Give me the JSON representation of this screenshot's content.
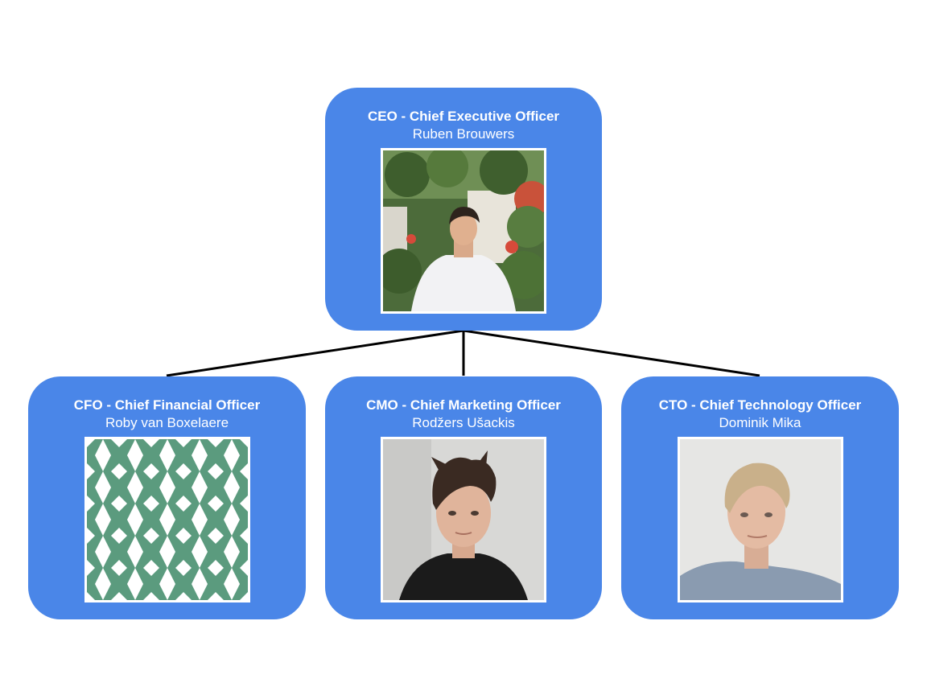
{
  "nodes": {
    "ceo": {
      "role": "CEO - Chief Executive Officer",
      "name": "Ruben Brouwers",
      "photo": "photo-garden-portrait"
    },
    "cfo": {
      "role": "CFO - Chief Financial Officer",
      "name": "Roby van Boxelaere",
      "photo": "geometric-pattern-avatar"
    },
    "cmo": {
      "role": "CMO - Chief Marketing Officer",
      "name": "Rodžers Ušackis",
      "photo": "photo-portrait"
    },
    "cto": {
      "role": "CTO - Chief Technology Officer",
      "name": "Dominik Mika",
      "photo": "photo-portrait"
    }
  },
  "edges": [
    {
      "from": "ceo",
      "to": "cfo"
    },
    {
      "from": "ceo",
      "to": "cmo"
    },
    {
      "from": "ceo",
      "to": "cto"
    }
  ],
  "colors": {
    "node": "#4a86e8",
    "text": "#ffffff",
    "line": "#000000",
    "pattern": "#5b9b7e"
  }
}
